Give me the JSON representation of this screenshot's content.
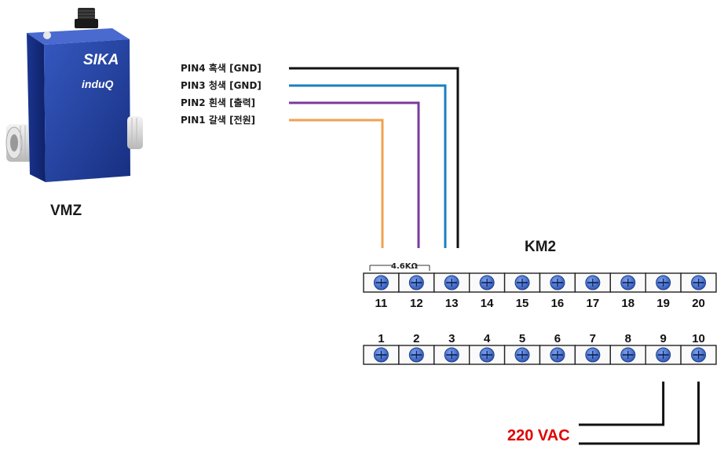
{
  "device": {
    "name": "VMZ",
    "brand": "SIKA",
    "model_mark": "induQ",
    "body_color": "#1f3fa0"
  },
  "wiring": {
    "pins": [
      {
        "label": "PIN4 흑색 [GND]",
        "color": "#111111",
        "terminal": "13"
      },
      {
        "label": "PIN3 청색 [GND]",
        "color": "#1a7fc2",
        "terminal": "13"
      },
      {
        "label": "PIN2 흰색 [출력]",
        "color": "#7a3a9e",
        "terminal": "12"
      },
      {
        "label": "PIN1 갈색 [전원]",
        "color": "#f0a050",
        "terminal": "11"
      }
    ],
    "resistor_label": "4.6KΩ"
  },
  "terminal_block": {
    "name": "KM2",
    "top_row": [
      "11",
      "12",
      "13",
      "14",
      "15",
      "16",
      "17",
      "18",
      "19",
      "20"
    ],
    "bottom_row": [
      "1",
      "2",
      "3",
      "4",
      "5",
      "6",
      "7",
      "8",
      "9",
      "10"
    ],
    "screw_color": "#3a66c8"
  },
  "power": {
    "label": "220 VAC",
    "color": "#e00000",
    "terminals": [
      "9",
      "10"
    ]
  }
}
